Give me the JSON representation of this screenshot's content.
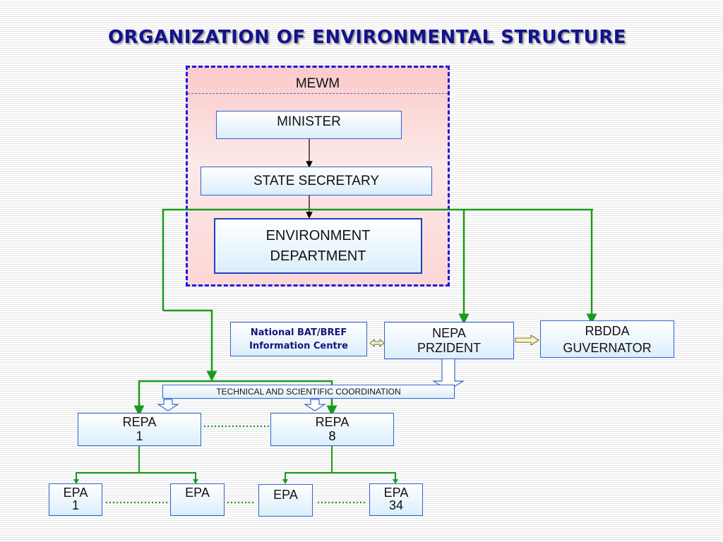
{
  "title": "ORGANIZATION OF ENVIRONMENTAL STRUCTURE",
  "mewm": {
    "label": "MEWM",
    "minister": "MINISTER",
    "state_secretary": "STATE SECRETARY",
    "env_dept_line1": "ENVIRONMENT",
    "env_dept_line2": "DEPARTMENT"
  },
  "bat_centre": {
    "line1": "National BAT/BREF",
    "line2": "Information Centre"
  },
  "nepa": {
    "line1": "NEPA",
    "line2": "PRZIDENT"
  },
  "rbdda": {
    "line1": "RBDDA",
    "line2": "GUVERNATOR"
  },
  "coordination": "TECHNICAL AND SCIENTIFIC COORDINATION",
  "repa": [
    {
      "label": "REPA",
      "number": "1"
    },
    {
      "label": "REPA",
      "number": "8"
    }
  ],
  "epa": [
    {
      "label": "EPA",
      "number": "1"
    },
    {
      "label": "EPA",
      "number": ""
    },
    {
      "label": "EPA",
      "number": ""
    },
    {
      "label": "EPA",
      "number": "34"
    }
  ],
  "colors": {
    "title": "#13138c",
    "green_link": "#1a9a1a",
    "dashed_border": "#1a1ae0",
    "box_border": "#3060d0"
  }
}
